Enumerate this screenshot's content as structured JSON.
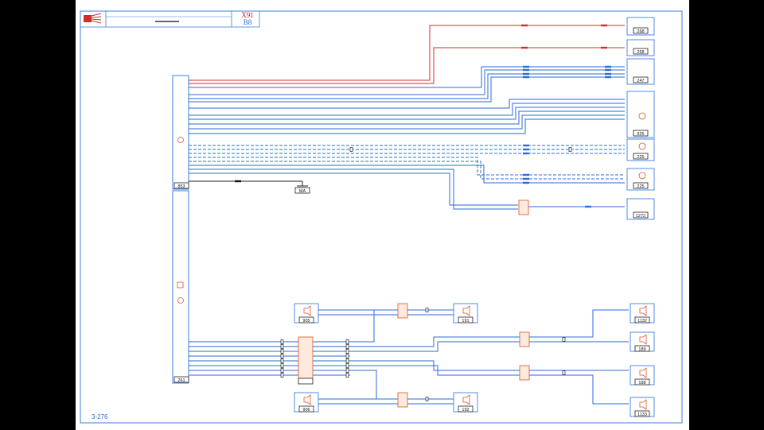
{
  "header": {
    "xref_code": "X91",
    "xref_sub": "B8",
    "page_number": "3-276"
  },
  "components": {
    "main_upper": "853",
    "main_lower": "261",
    "right_connectors": [
      "268",
      "268",
      "247",
      "925",
      "225",
      "225",
      "1272"
    ],
    "speakers_left": [
      "905",
      "906"
    ],
    "speakers_mid": [
      "191",
      "192"
    ],
    "speakers_right": [
      "1132",
      "189",
      "188",
      "1133"
    ],
    "ground": "MA"
  },
  "colors": {
    "wire_blue": "#2b6bd6",
    "wire_red": "#d52b2b",
    "connector_fill": "#ffeadd",
    "connector_border": "#d8552a",
    "frame": "#3b7fe0"
  }
}
